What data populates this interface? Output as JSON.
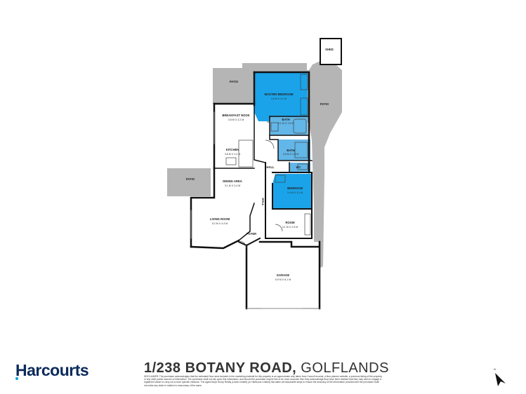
{
  "rooms": {
    "shed": {
      "label": "SHED"
    },
    "patio_top": {
      "label": "PATIO"
    },
    "patio_right": {
      "label": "PATIO"
    },
    "patio_left": {
      "label": "PATIO"
    },
    "master_bedroom": {
      "label": "MASTER BEDROOM",
      "dims": "4.6 M X 4.2 M"
    },
    "breakfast_nook": {
      "label": "BREAKFAST NOOK",
      "dims": "3.8 M X 3.2 M"
    },
    "bath1": {
      "label": "BATH",
      "dims": "3.1 M X 1.9 M"
    },
    "kitchen": {
      "label": "KITCHEN",
      "dims": "3.8 M X 3.2 M"
    },
    "bath2": {
      "label": "BATH",
      "dims": "3.8 M X 1.8 M"
    },
    "wc": {
      "label": "WC"
    },
    "hall_top": {
      "label": "HALL"
    },
    "dining": {
      "label": "DINING AREA",
      "dims": "3.1 M X 3.4 M"
    },
    "bedroom": {
      "label": "BEDROOM",
      "dims": "3.4 M X 3.1 M"
    },
    "hall_side": {
      "label": "HALL"
    },
    "living": {
      "label": "LIVING ROOM",
      "dims": "5.2 M X 4.4 M"
    },
    "foyer": {
      "label": "FOYER"
    },
    "room": {
      "label": "ROOM",
      "dims": "4.1 M X 2.5 M"
    },
    "garage": {
      "label": "GARAGE",
      "dims": "5.9 M X 6.1 M"
    }
  },
  "footer": {
    "brand": "Harcourts",
    "address_bold": "1/238 BOTANY ROAD,",
    "address_rest": " GOLFLANDS",
    "disclaimer": "DISCLAIMER: The purchaser acknowledges that the estimated floor area included in the marketing material for this property is an approximate only taken from Council records, a floor planner website, a previous listing of the property, or any other public sources of information. The purchaser shall not rely upon this information, and should the purchaser require this to be more accurate then they acknowledge they have been advised that they may wish to engage a registered valuer to carry out a more specific measure. The agent Boyd Group Realty (Lewis Limited) (or Harbrows Limited) has taken all reasonable steps to ensure the accuracy of the information provided and the purchaser shall not make any claim in relation to inaccuracy of the same."
  },
  "compass": {
    "label": "N"
  },
  "colors": {
    "highlight": "#1aa3e8",
    "highlight_dark": "#62b6e8",
    "outdoor": "#b3b3b3",
    "wall": "#111111",
    "brand": "#0b2a5b",
    "accent": "#00a0e0"
  }
}
